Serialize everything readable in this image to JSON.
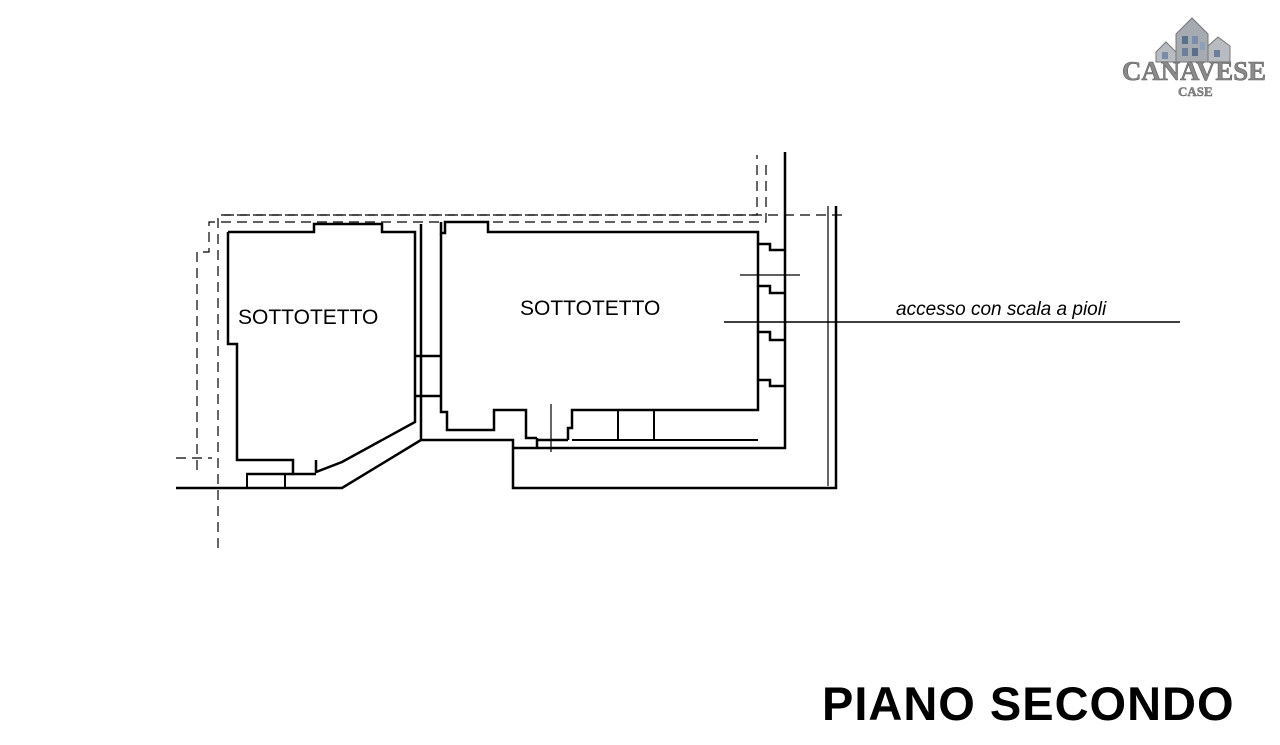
{
  "logo": {
    "brand": "CANAVESE",
    "sub": "CASE"
  },
  "rooms": [
    {
      "label": "SOTTOTETTO"
    },
    {
      "label": "SOTTOTETTO"
    }
  ],
  "annotation": {
    "text": "accesso con scala a pioli"
  },
  "floor_title": "PIANO SECONDO",
  "colors": {
    "line": "#000000",
    "logo_gray": "#8a8a8a",
    "logo_house": "#9aa0a6",
    "background": "#ffffff"
  }
}
